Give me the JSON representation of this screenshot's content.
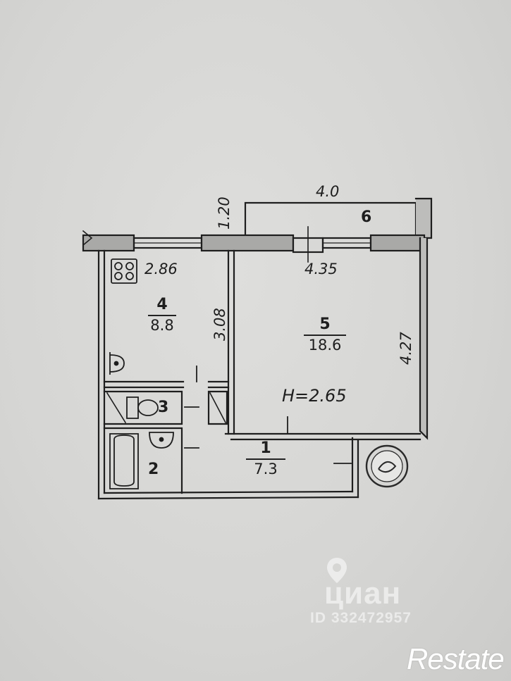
{
  "plan": {
    "dimensions": {
      "balcony_width": "4.0",
      "balcony_depth": "1.20",
      "kitchen_width": "2.86",
      "kitchen_length": "3.08",
      "room_width": "4.35",
      "room_length": "4.27",
      "ceiling_height": "H=2.65"
    },
    "rooms": [
      {
        "number": "1",
        "area": "7.3"
      },
      {
        "number": "2",
        "area": ""
      },
      {
        "number": "3",
        "area": ""
      },
      {
        "number": "4",
        "area": "8.8"
      },
      {
        "number": "5",
        "area": "18.6"
      },
      {
        "number": "6",
        "area": ""
      }
    ]
  },
  "watermarks": {
    "cian_brand": "циан",
    "cian_id": "ID 332472957",
    "restate_brand": "Restate"
  },
  "colors": {
    "paper": "#d6d6d4",
    "ink": "#1e1e1e",
    "wall_fill": "#a9a9a7"
  }
}
